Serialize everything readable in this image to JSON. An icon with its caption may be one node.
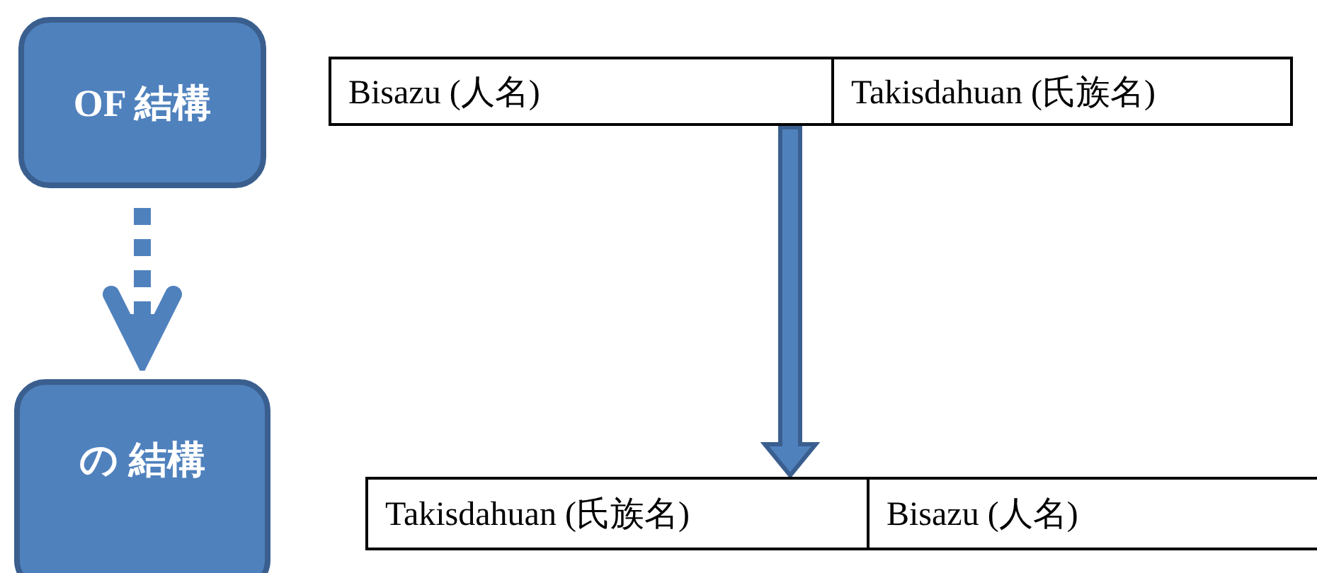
{
  "diagram": {
    "nodes": [
      {
        "text": [
          "OF 結構"
        ]
      },
      {
        "text": [
          "の 結構"
        ]
      },
      {
        "text": [],
        "shape": "box"
      },
      {
        "text": [
          "Bisazu (人名)"
        ],
        "in": 2
      },
      {
        "text": [
          "Takisdahuan (氏族名)"
        ],
        "in": 2
      },
      {
        "text": [],
        "shape": "box"
      },
      {
        "text": [
          "Takisdahuan (氏族名)"
        ],
        "in": 5
      },
      {
        "text": [
          "Bisazu (人名)"
        ],
        "in": 5
      }
    ],
    "edges": [
      {
        "from": 0,
        "to": 1,
        "arrow": "to",
        "style": "dashed"
      },
      {
        "from": 2,
        "to": 5,
        "arrow": "to",
        "style": "thick"
      }
    ]
  }
}
